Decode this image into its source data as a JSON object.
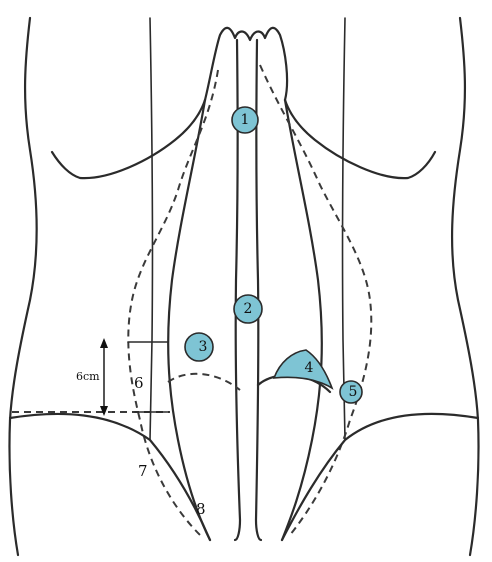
{
  "markers": [
    {
      "label": "1"
    },
    {
      "label": "2"
    },
    {
      "label": "3"
    },
    {
      "label": "4"
    },
    {
      "label": "5"
    }
  ],
  "labels": {
    "measurement": "6cm",
    "region_6": "6",
    "region_7": "7",
    "region_8": "8"
  },
  "colors": {
    "marker_fill": "#7ec4d4",
    "line": "#2b2b2b"
  }
}
